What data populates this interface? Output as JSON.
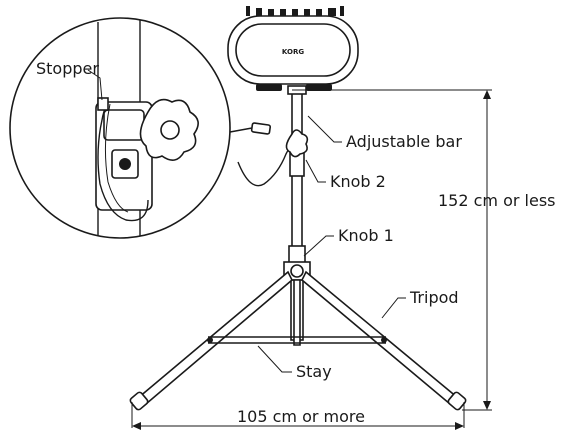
{
  "labels": {
    "stopper": "Stopper",
    "adjustable_bar": "Adjustable bar",
    "knob2": "Knob 2",
    "knob1": "Knob 1",
    "tripod": "Tripod",
    "stay": "Stay",
    "height": "152 cm or less",
    "width": "105 cm or more"
  },
  "device": {
    "logo": "KORG"
  }
}
